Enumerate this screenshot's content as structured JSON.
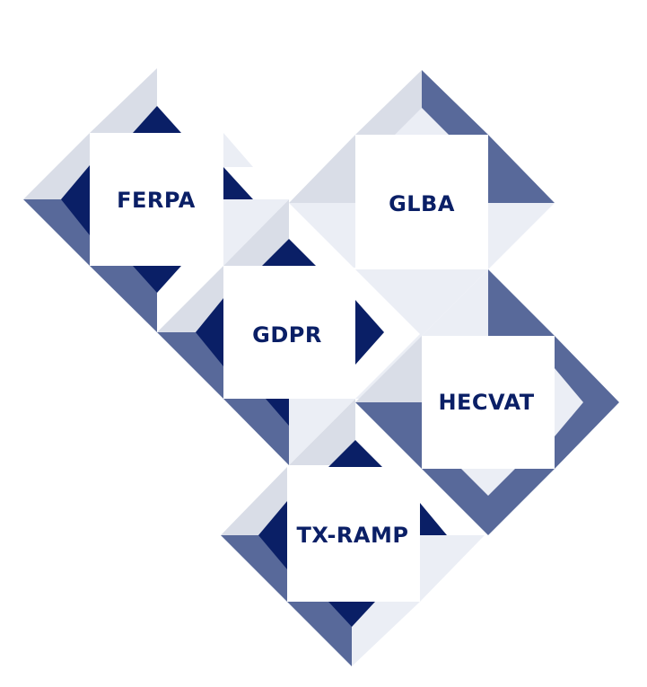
{
  "colors": {
    "navy": "#0a1f66",
    "slate": "#58699a",
    "light_gray": "#d9dde7",
    "pale": "#ebeef5",
    "tile_bg": "#ffffff",
    "label": "#0a1f66"
  },
  "tiles": [
    {
      "id": "ferpa",
      "label": "FERPA"
    },
    {
      "id": "glba",
      "label": "GLBA"
    },
    {
      "id": "gdpr",
      "label": "GDPR"
    },
    {
      "id": "hecvat",
      "label": "HECVAT"
    },
    {
      "id": "txramp",
      "label": "TX-RAMP"
    }
  ]
}
